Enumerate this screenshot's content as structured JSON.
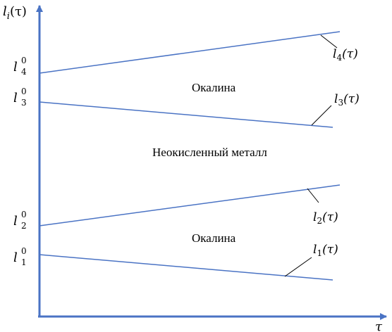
{
  "colors": {
    "axis": "#4a73c4",
    "line": "#4a73c4",
    "leader": "#000000",
    "text": "#000000"
  },
  "axes": {
    "y_label": {
      "base": "l",
      "sub": "i",
      "arg": "(τ)"
    },
    "x_label": "τ"
  },
  "ticks": [
    {
      "base": "l",
      "sup": "0",
      "sub": "4"
    },
    {
      "base": "l",
      "sup": "0",
      "sub": "3"
    },
    {
      "base": "l",
      "sup": "0",
      "sub": "2"
    },
    {
      "base": "l",
      "sup": "0",
      "sub": "1"
    }
  ],
  "lines": [
    {
      "id": "l4",
      "label": {
        "base": "l",
        "sub": "4",
        "arg": "(τ)"
      }
    },
    {
      "id": "l3",
      "label": {
        "base": "l",
        "sub": "3",
        "arg": "(τ)"
      }
    },
    {
      "id": "l2",
      "label": {
        "base": "l",
        "sub": "2",
        "arg": "(τ)"
      }
    },
    {
      "id": "l1",
      "label": {
        "base": "l",
        "sub": "1",
        "arg": "(τ)"
      }
    }
  ],
  "regions": {
    "top": "Окалина",
    "middle": "Неокисленный металл",
    "bottom": "Окалина"
  }
}
